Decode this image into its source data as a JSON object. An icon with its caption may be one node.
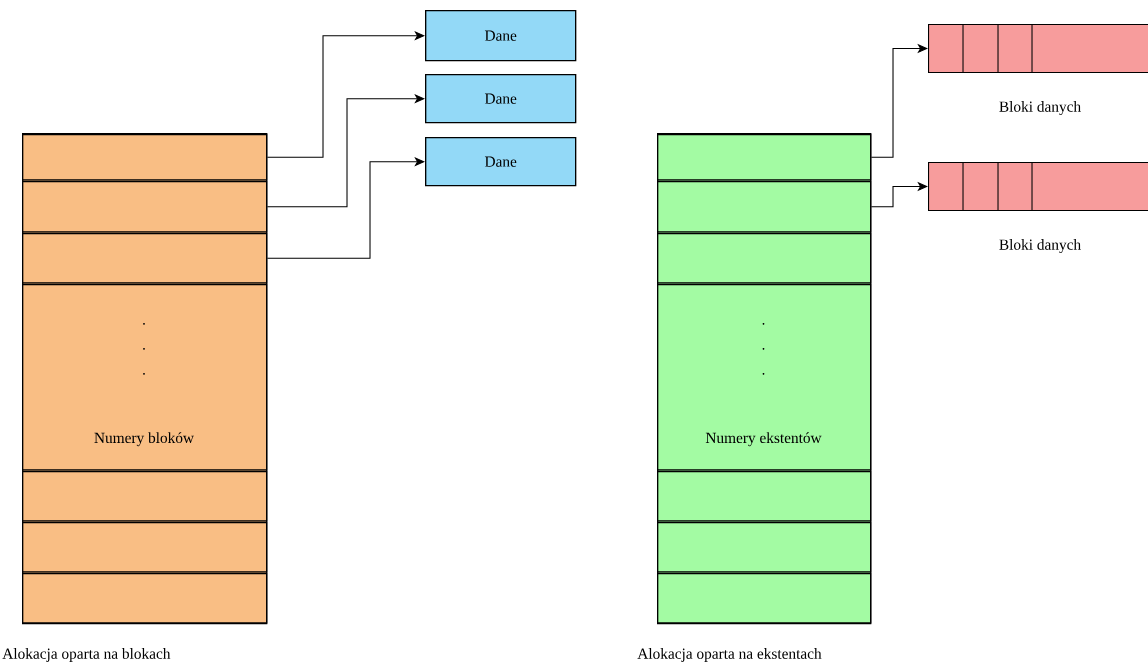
{
  "diagram": {
    "nodes": [
      {
        "text": [],
        "shape": "box",
        "beside": [
          "Alokacja oparta na blokach"
        ]
      },
      {
        "text": [],
        "shape": "box",
        "in": 0
      },
      {
        "text": [],
        "shape": "box",
        "in": 0
      },
      {
        "text": [],
        "shape": "box",
        "in": 0
      },
      {
        "text": [
          ".",
          ".",
          ".",
          "Numery bloków"
        ],
        "in": 0
      },
      {
        "text": [],
        "shape": "box",
        "in": 0
      },
      {
        "text": [],
        "shape": "box",
        "in": 0
      },
      {
        "text": [],
        "shape": "box",
        "in": 0
      },
      {
        "text": [
          "Dane"
        ]
      },
      {
        "text": [
          "Dane"
        ]
      },
      {
        "text": [
          "Dane"
        ]
      },
      {
        "text": [],
        "shape": "box",
        "beside": [
          "Alokacja oparta na ekstentach"
        ]
      },
      {
        "text": [],
        "shape": "box",
        "in": 11
      },
      {
        "text": [],
        "shape": "box",
        "in": 11
      },
      {
        "text": [],
        "shape": "box",
        "in": 11
      },
      {
        "text": [
          ".",
          ".",
          ".",
          "Numery ekstentów"
        ],
        "in": 11
      },
      {
        "text": [],
        "shape": "box",
        "in": 11
      },
      {
        "text": [],
        "shape": "box",
        "in": 11
      },
      {
        "text": [],
        "shape": "box",
        "in": 11
      },
      {
        "text": [],
        "shape": "bar",
        "beside": [
          "Bloki danych"
        ]
      },
      {
        "text": [],
        "shape": "bar",
        "beside": [
          "Bloki danych"
        ]
      }
    ],
    "edges": [
      {
        "from": 1,
        "to": 8,
        "arrow": "to"
      },
      {
        "from": 2,
        "to": 9,
        "arrow": "to"
      },
      {
        "from": 3,
        "to": 10,
        "arrow": "to"
      },
      {
        "from": 12,
        "to": 19,
        "arrow": "to"
      },
      {
        "from": 13,
        "to": 20,
        "arrow": "to"
      }
    ]
  }
}
